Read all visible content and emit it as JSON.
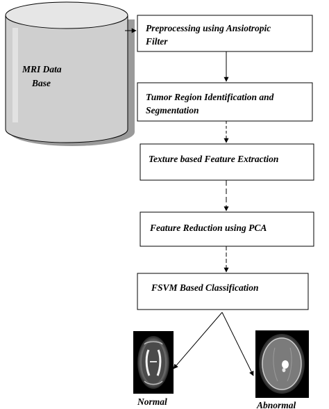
{
  "database": {
    "label_line1": "MRI Data",
    "label_line2": "Base"
  },
  "steps": [
    {
      "line1": "Preprocessing using Ansiotropic",
      "line2": "Filter"
    },
    {
      "line1": "Tumor Region Identification and",
      "line2": "Segmentation"
    },
    {
      "line1": "Texture based Feature Extraction",
      "line2": ""
    },
    {
      "line1": "Feature Reduction using PCA",
      "line2": ""
    },
    {
      "line1": "FSVM Based Classification",
      "line2": ""
    }
  ],
  "results": {
    "normal_label": "Normal",
    "abnormal_label": "Abnormal"
  },
  "colors": {
    "cylinder_fill": "#cfcfcf",
    "cylinder_top": "#e6e6e6",
    "stroke": "#000000",
    "scan_background": "#000000"
  }
}
